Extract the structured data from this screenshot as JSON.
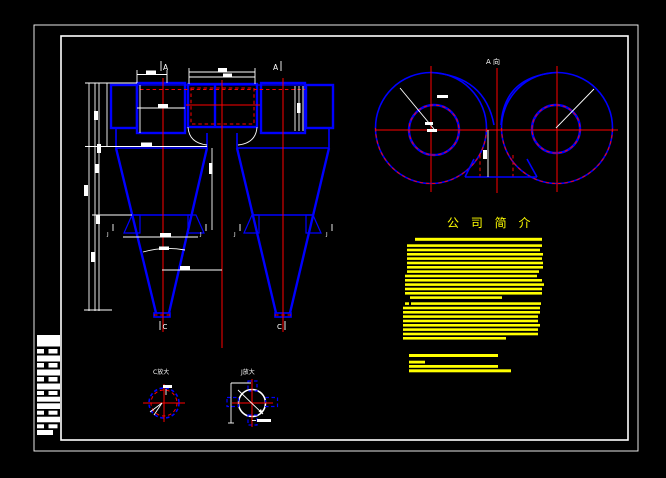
{
  "colors": {
    "background": "#000000",
    "frame_white": "#ffffff",
    "drawing_blue": "#0000ff",
    "centerline_red": "#ff0000",
    "dimension_white": "#ffffff",
    "intro_yellow": "#ffff00"
  },
  "drawing": {
    "front_view": {
      "section_label_left": "A",
      "section_label_right": "A",
      "outlet_label_left": "C",
      "outlet_label_right": "C",
      "lug_mark": "J"
    },
    "top_view": {
      "view_label": "A 向"
    },
    "details": {
      "c": {
        "label": "C放大"
      },
      "j": {
        "label": "J放大"
      }
    }
  },
  "company_intro": {
    "title": "公 司 简 介",
    "bars": [
      [
        415,
        237.8,
        127,
        3.0
      ],
      [
        407,
        244.3,
        135,
        2.6
      ],
      [
        407,
        248.7,
        133,
        2.6
      ],
      [
        407,
        253.0,
        136,
        2.6
      ],
      [
        407,
        257.3,
        135,
        2.6
      ],
      [
        407,
        261.7,
        136,
        2.6
      ],
      [
        407,
        266.0,
        136,
        2.6
      ],
      [
        407,
        270.3,
        132,
        2.6
      ],
      [
        405,
        274.7,
        132,
        2.6
      ],
      [
        405,
        279.0,
        137,
        2.6
      ],
      [
        405,
        283.3,
        139,
        2.6
      ],
      [
        405,
        287.7,
        137,
        2.6
      ],
      [
        405,
        292.0,
        137,
        2.6
      ],
      [
        410,
        296.3,
        92,
        2.6
      ],
      [
        405,
        302.3,
        4,
        2.6
      ],
      [
        411,
        302.3,
        130,
        2.6
      ],
      [
        403,
        306.7,
        137,
        2.6
      ],
      [
        403,
        311.0,
        137,
        2.6
      ],
      [
        403,
        315.3,
        135,
        2.6
      ],
      [
        403,
        319.7,
        135,
        2.6
      ],
      [
        403,
        324.0,
        137,
        2.6
      ],
      [
        403,
        328.3,
        135,
        2.6
      ],
      [
        403,
        332.7,
        135,
        2.6
      ],
      [
        403,
        337.0,
        103,
        2.6
      ],
      [
        409,
        354.0,
        89,
        3.0
      ],
      [
        409,
        360.7,
        16,
        2.8
      ],
      [
        409,
        365.0,
        89,
        2.8
      ],
      [
        409,
        369.3,
        102,
        3.0
      ]
    ]
  },
  "title_block": {
    "rows": [
      {
        "y": 335.0,
        "h": 11.5,
        "kind": "bar",
        "w": 23
      },
      {
        "y": 349.0,
        "h": 4.5,
        "kind": "cells"
      },
      {
        "y": 355.5,
        "h": 6.0,
        "kind": "bar",
        "w": 23
      },
      {
        "y": 363.0,
        "h": 4.5,
        "kind": "cells"
      },
      {
        "y": 369.5,
        "h": 6.0,
        "kind": "bar",
        "w": 23
      },
      {
        "y": 377.0,
        "h": 4.5,
        "kind": "cells"
      },
      {
        "y": 383.5,
        "h": 6.0,
        "kind": "bar",
        "w": 23
      },
      {
        "y": 391.0,
        "h": 4.0,
        "kind": "cells"
      },
      {
        "y": 396.7,
        "h": 5.0,
        "kind": "bar",
        "w": 23
      },
      {
        "y": 403.3,
        "h": 5.7,
        "kind": "bar",
        "w": 23
      },
      {
        "y": 410.7,
        "h": 4.0,
        "kind": "cells"
      },
      {
        "y": 416.7,
        "h": 5.6,
        "kind": "bar",
        "w": 23
      },
      {
        "y": 424.3,
        "h": 4.0,
        "kind": "cells"
      },
      {
        "y": 430.0,
        "h": 5.0,
        "kind": "bar",
        "w": 16
      }
    ]
  }
}
